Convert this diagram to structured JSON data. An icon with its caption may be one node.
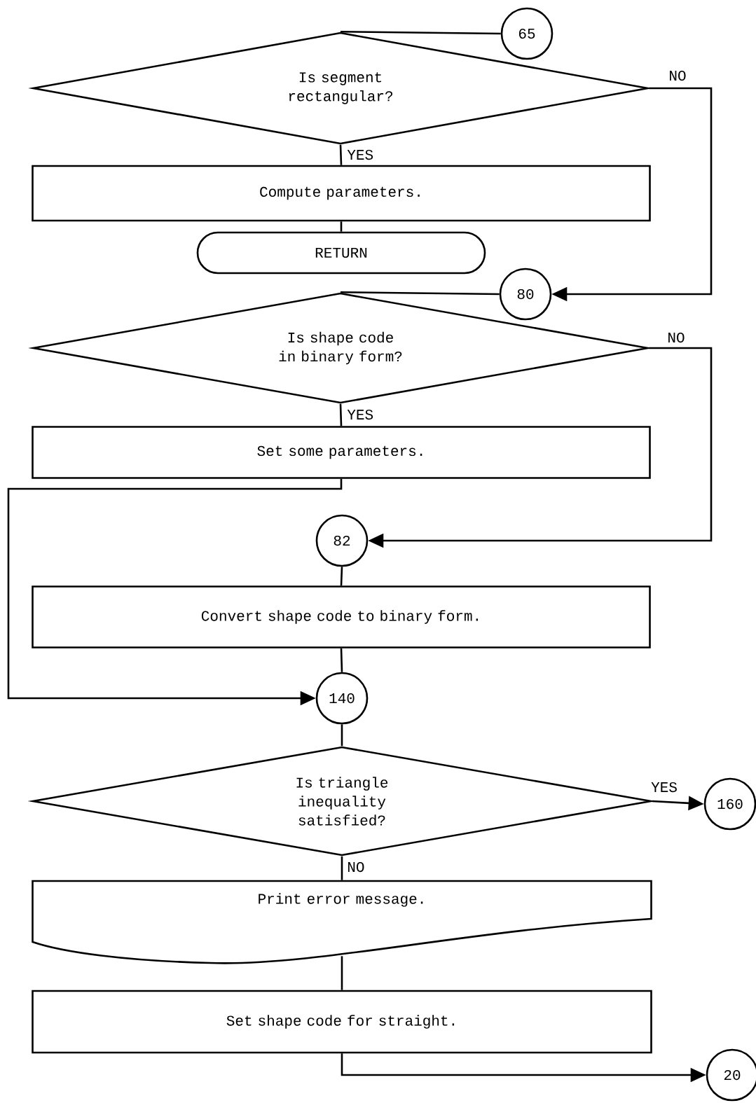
{
  "diagram": {
    "nodes": [
      {
        "text": [
          "65"
        ]
      },
      {
        "text": [
          "Is segment rectangular?"
        ]
      },
      {
        "text": [
          "Compute parameters."
        ]
      },
      {
        "text": [
          "RETURN"
        ]
      },
      {
        "text": [
          "80"
        ]
      },
      {
        "text": [
          "Is shape code in binary form?"
        ]
      },
      {
        "text": [
          "Set some parameters."
        ]
      },
      {
        "text": [
          "82"
        ]
      },
      {
        "text": [
          "Convert shape code to binary form."
        ]
      },
      {
        "text": [
          "140"
        ]
      },
      {
        "text": [
          "Is triangle inequality satisfied?"
        ]
      },
      {
        "text": [
          "160"
        ]
      },
      {
        "text": [
          "Print error message."
        ]
      },
      {
        "text": [
          "Set shape code for straight."
        ]
      },
      {
        "text": [
          "20"
        ]
      }
    ],
    "edges": [
      {
        "from": 0,
        "to": 1,
        "arrow": "none"
      },
      {
        "from": 1,
        "to": 2,
        "arrow": "none",
        "label": "YES"
      },
      {
        "from": 2,
        "to": 3,
        "arrow": "none"
      },
      {
        "from": 1,
        "to": 4,
        "arrow": "to",
        "label": "NO"
      },
      {
        "from": 4,
        "to": 5,
        "arrow": "none"
      },
      {
        "from": 5,
        "to": 6,
        "arrow": "none",
        "label": "YES"
      },
      {
        "from": 5,
        "to": 7,
        "arrow": "to",
        "label": "NO"
      },
      {
        "from": 6,
        "to": 9,
        "arrow": "to"
      },
      {
        "from": 7,
        "to": 8,
        "arrow": "none"
      },
      {
        "from": 8,
        "to": 9,
        "arrow": "none"
      },
      {
        "from": 9,
        "to": 10,
        "arrow": "none"
      },
      {
        "from": 10,
        "to": 11,
        "arrow": "to",
        "label": "YES"
      },
      {
        "from": 10,
        "to": 12,
        "arrow": "none",
        "label": "NO"
      },
      {
        "from": 12,
        "to": 13,
        "arrow": "none"
      },
      {
        "from": 13,
        "to": 14,
        "arrow": "to"
      }
    ]
  }
}
